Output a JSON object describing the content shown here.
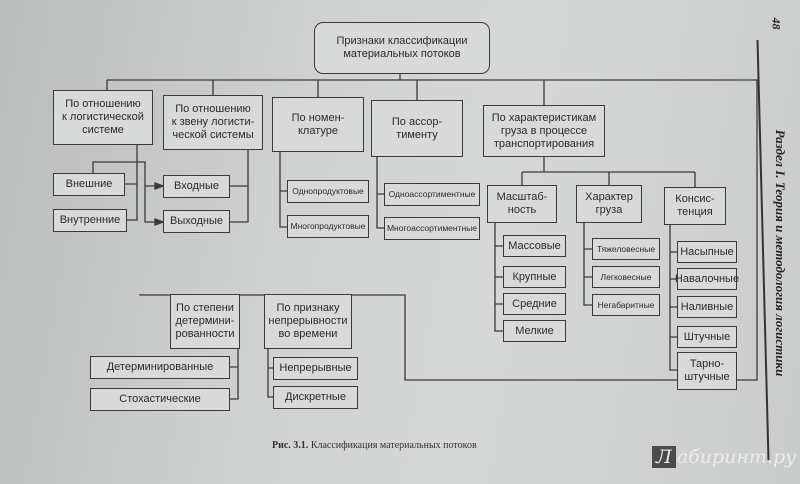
{
  "root": "Признаки классификации\nматериальных потоков",
  "level1": [
    "По отношению\nк логистической\nсистеме",
    "По отношению\nк звену логисти-\nческой системы",
    "По номен-\nклатуре",
    "По ассор-\nтименту",
    "По характеристикам\nгруза в процессе\nтранспортирования"
  ],
  "system": [
    "Внешние",
    "Внутренние"
  ],
  "link": [
    "Входные",
    "Выходные"
  ],
  "nomenclature": [
    "Однопродуктовые",
    "Многопродуктовые"
  ],
  "assortment": [
    "Одноассортиментные",
    "Многоассортиментные"
  ],
  "cargo_groups": [
    "Масштаб-\nность",
    "Характер\nгруза",
    "Консис-\nтенция"
  ],
  "scale": [
    "Массовые",
    "Крупные",
    "Средние",
    "Мелкие"
  ],
  "nature": [
    "Тяжеловесные",
    "Легковесные",
    "Негабаритные"
  ],
  "consistency": [
    "Насыпные",
    "Навалочные",
    "Наливные",
    "Штучные",
    "Тарно-\nштучные"
  ],
  "level1b": [
    "По степени\nдетермини-\nрованности",
    "По признаку\nнепрерывности\nво времени"
  ],
  "determinism": [
    "Детерминированные",
    "Стохастические"
  ],
  "continuity": [
    "Непрерывные",
    "Дискретные"
  ],
  "caption_num": "Рис. 3.1.",
  "caption": "Классификация материальных потоков",
  "page_number": "48",
  "running_head": "Раздел I. Теория и методология логистики",
  "watermark": "Лабиринт.ру"
}
